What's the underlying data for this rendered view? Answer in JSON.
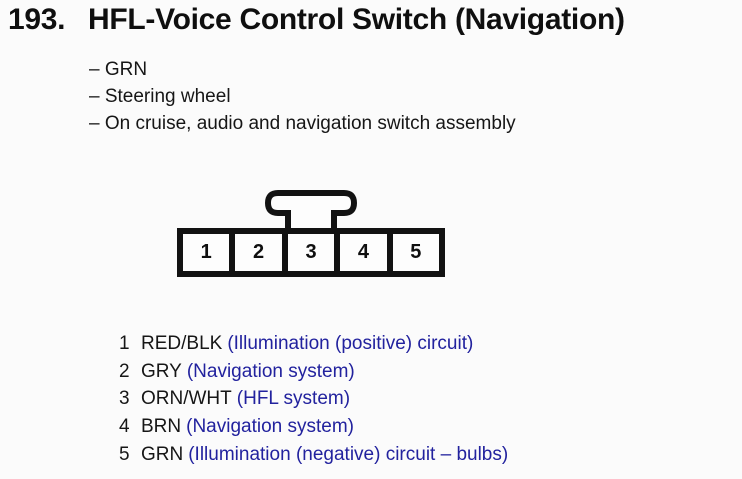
{
  "title": {
    "number": "193.",
    "text": "HFL-Voice Control Switch (Navigation)"
  },
  "details": [
    "– GRN",
    "– Steering wheel",
    "– On cruise, audio and navigation switch assembly"
  ],
  "connector": {
    "pins": [
      "1",
      "2",
      "3",
      "4",
      "5"
    ]
  },
  "pinout": [
    {
      "pin": "1",
      "wire": "RED/BLK",
      "circuit": "(Illumination (positive) circuit)"
    },
    {
      "pin": "2",
      "wire": "GRY",
      "circuit": "(Navigation system)"
    },
    {
      "pin": "3",
      "wire": "ORN/WHT",
      "circuit": "(HFL system)"
    },
    {
      "pin": "4",
      "wire": "BRN",
      "circuit": "(Navigation system)"
    },
    {
      "pin": "5",
      "wire": "GRN",
      "circuit": "(Illumination (negative) circuit – bulbs)"
    }
  ],
  "colors": {
    "text": "#141414",
    "circuit_blue": "#22229e",
    "line": "#121212",
    "background": "#fbfbfb"
  }
}
